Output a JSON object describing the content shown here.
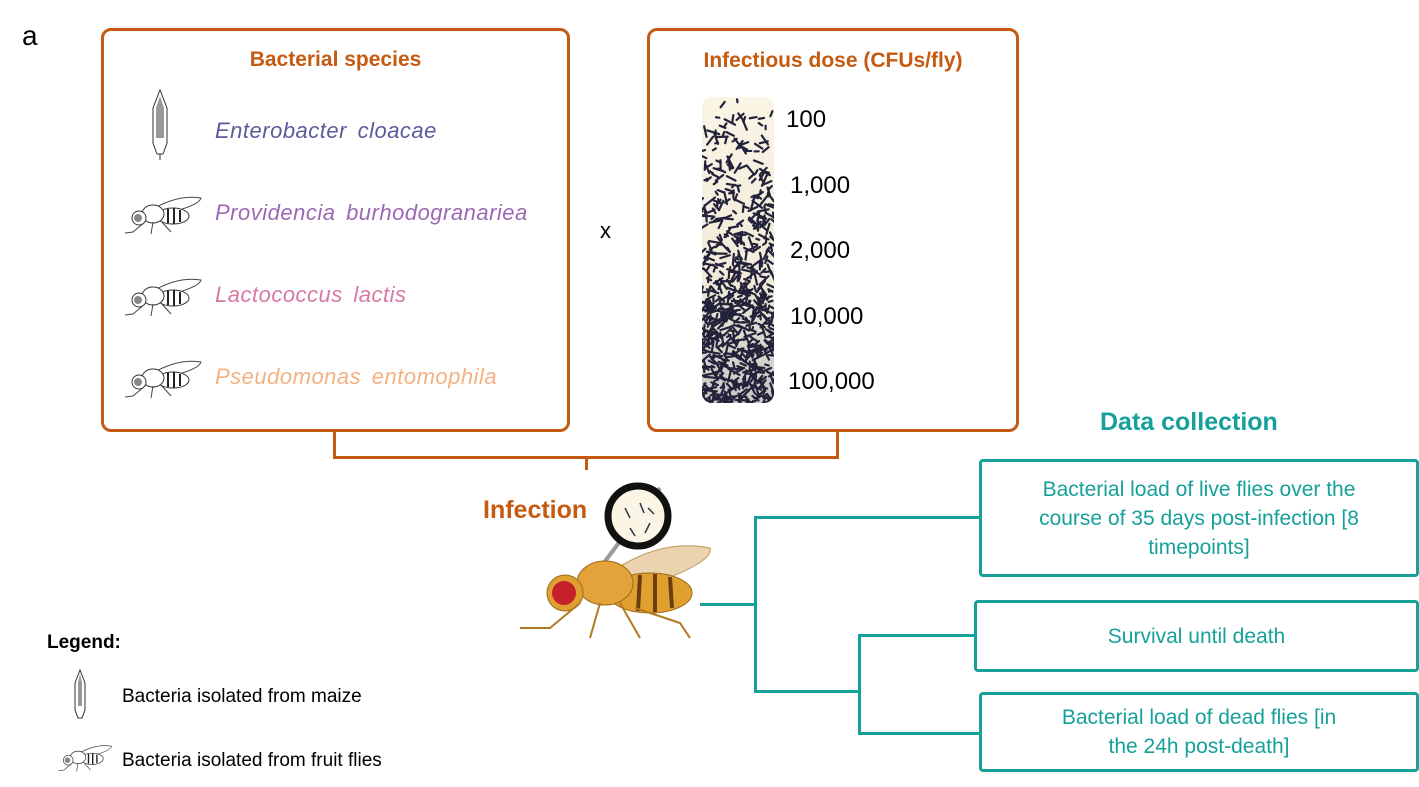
{
  "panel_label": "a",
  "species_box": {
    "title": "Bacterial species",
    "items": [
      {
        "name": "Enterobacter cloacae",
        "source": "maize",
        "color": "#5b5b9c"
      },
      {
        "name": "Providencia burhodogranariea",
        "source": "fly",
        "color": "#9c68b4"
      },
      {
        "name": "Lactococcus lactis",
        "source": "fly",
        "color": "#d779a3"
      },
      {
        "name": "Pseudomonas entomophila",
        "source": "fly",
        "color": "#f4b183"
      }
    ]
  },
  "times_symbol": "x",
  "dose_box": {
    "title": "Infectious dose (CFUs/fly)",
    "doses": [
      "100",
      "1,000",
      "2,000",
      "10,000",
      "100,000"
    ]
  },
  "infection_label": "Infection",
  "data_collection": {
    "title": "Data collection",
    "items": [
      "Bacterial load of live flies over the course of 35 days post-infection [8 timepoints]",
      "Survival until death",
      "Bacterial load of dead flies [in the 24h post-death]"
    ]
  },
  "legend": {
    "title": "Legend:",
    "items": [
      "Bacteria isolated from maize",
      "Bacteria isolated from fruit flies"
    ]
  },
  "colors": {
    "orange": "#c55a11",
    "teal": "#16a09a"
  }
}
